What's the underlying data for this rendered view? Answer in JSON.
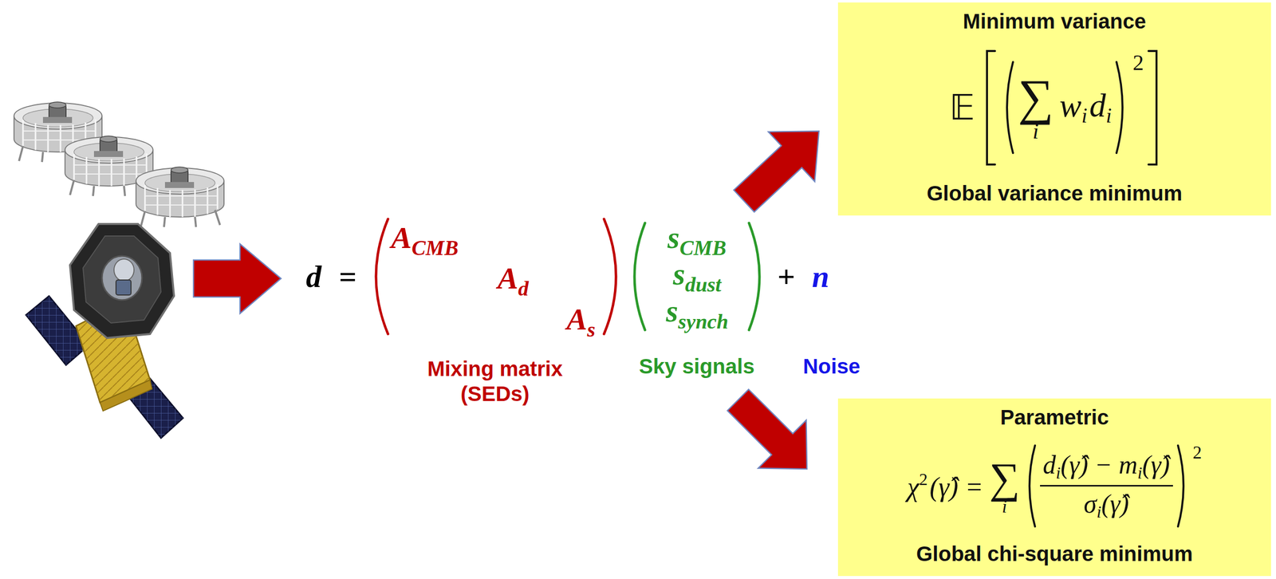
{
  "diagram": {
    "nodes": [
      {
        "text": [
          "Minimum variance",
          "𝔼",
          "∑",
          "i",
          "w",
          "i",
          "d",
          "i",
          "2",
          "Global variance minimum"
        ]
      },
      {
        "text": [
          "Parametric",
          "χ",
          "2",
          "(γ̂) =",
          "∑",
          "i",
          "d",
          "i",
          "(γ̂) − m",
          "i",
          "(γ̂)",
          "σ",
          "i",
          "(γ̂)",
          "2",
          "Global chi-square minimum"
        ]
      }
    ],
    "labels": [
      "d",
      "=",
      "A",
      "CMB",
      "A",
      "d",
      "A",
      "s",
      "s",
      "CMB",
      "s",
      "dust",
      "s",
      "synch",
      "+",
      "n",
      "Mixing matrix (SEDs)",
      "Sky signals",
      "Noise"
    ]
  }
}
